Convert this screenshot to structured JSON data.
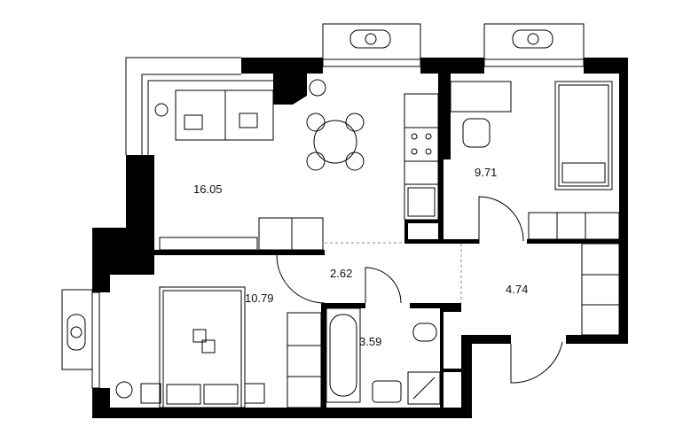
{
  "rooms": [
    {
      "name": "living-kitchen",
      "area": "16.05"
    },
    {
      "name": "bedroom-small",
      "area": "9.71"
    },
    {
      "name": "corridor",
      "area": "2.62"
    },
    {
      "name": "bedroom",
      "area": "10.79"
    },
    {
      "name": "hall",
      "area": "4.74"
    },
    {
      "name": "bathroom",
      "area": "3.59"
    }
  ],
  "colors": {
    "wall": "#000000",
    "line": "#000000",
    "background": "#ffffff"
  }
}
